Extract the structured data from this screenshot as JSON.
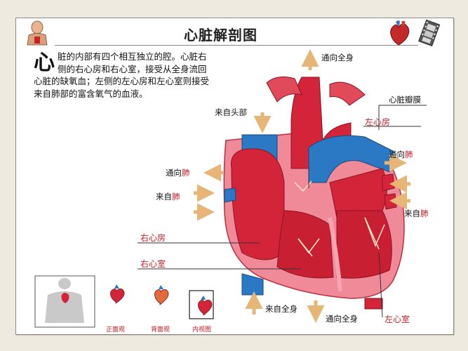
{
  "title": "心脏解剖图",
  "description": {
    "initial": "心",
    "body": "脏的内部有四个相互独立的腔。心脏右侧的右心房和右心室，接受从全身流回心脏的缺氧血；左侧的左心房和左心室则接受来自肺部的富含氧气的血液。"
  },
  "labels": {
    "to_body_top": "通向全身",
    "heart_valve": "心脏瓣膜",
    "from_head": "来自头部",
    "left_atrium": "左心房",
    "to_lung_right_prefix": "通向",
    "to_lung_right_hl": "肺",
    "to_lung_left_prefix": "通向",
    "to_lung_left_hl": "肺",
    "from_lung_left_prefix": "来自",
    "from_lung_left_hl": "肺",
    "from_lung_right_prefix": "来自",
    "from_lung_right_hl": "肺",
    "right_atrium": "右心房",
    "right_ventricle": "右心室",
    "from_body_bottom": "来自全身",
    "to_body_bottom": "通向全身",
    "left_ventricle": "左心室"
  },
  "thumbnails": [
    {
      "caption": "正面观"
    },
    {
      "caption": "背面观"
    },
    {
      "caption": "内视图"
    }
  ],
  "colors": {
    "oxygenated": "#d4243a",
    "deoxygenated": "#2b78c4",
    "arrow": "#f0c98a",
    "label_accent": "#c8202a"
  }
}
